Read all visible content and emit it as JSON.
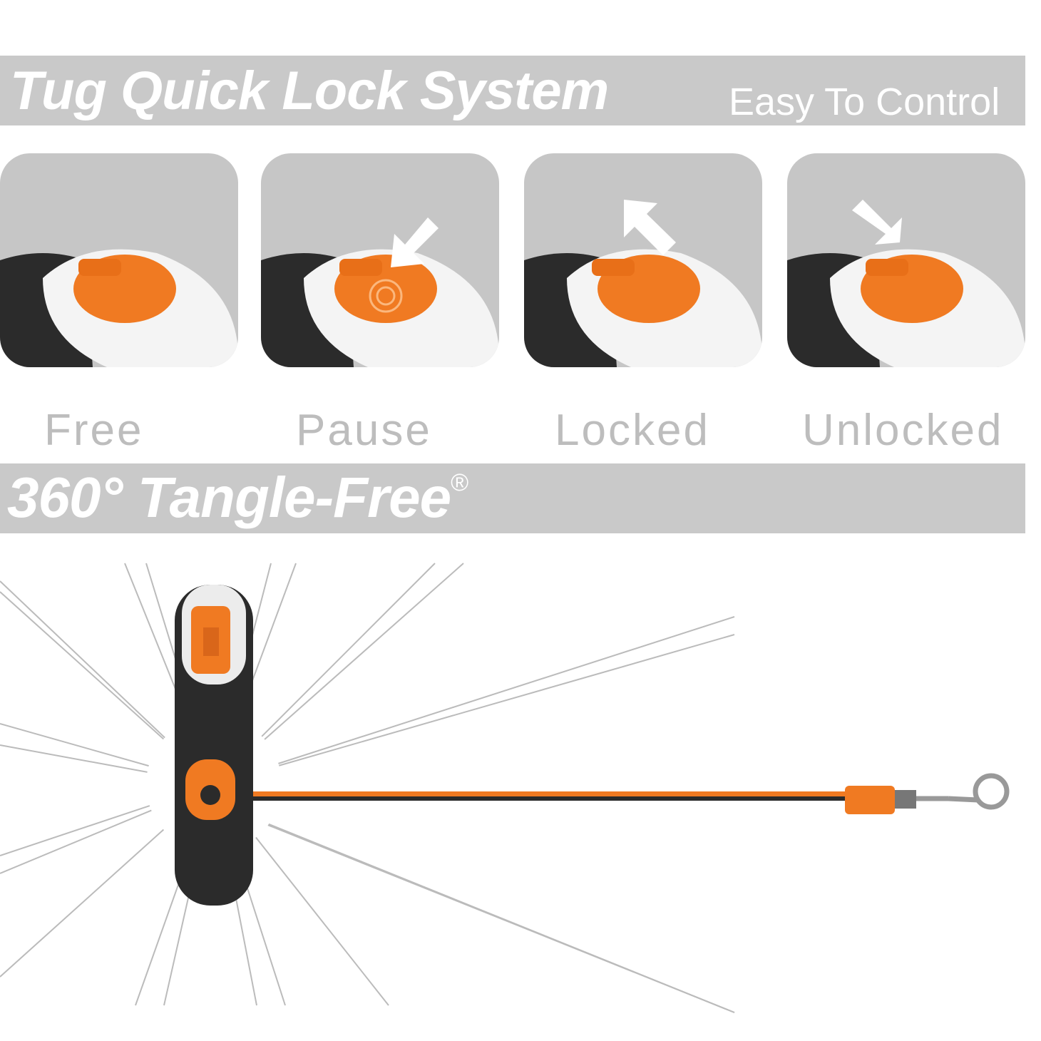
{
  "header": {
    "title": "Tug Quick Lock System",
    "subtitle": "Easy To Control"
  },
  "modes": [
    {
      "label": "Free",
      "arrow": "none"
    },
    {
      "label": "Pause",
      "arrow": "down-left"
    },
    {
      "label": "Locked",
      "arrow": "up-left"
    },
    {
      "label": "Unlocked",
      "arrow": "down-right"
    }
  ],
  "feature": {
    "title": "360° Tangle-Free",
    "mark": "®"
  },
  "colors": {
    "banner": "#c9c9c9",
    "accent": "#f07a22",
    "handle": "#2b2b2b",
    "label": "#bdbdbd"
  }
}
